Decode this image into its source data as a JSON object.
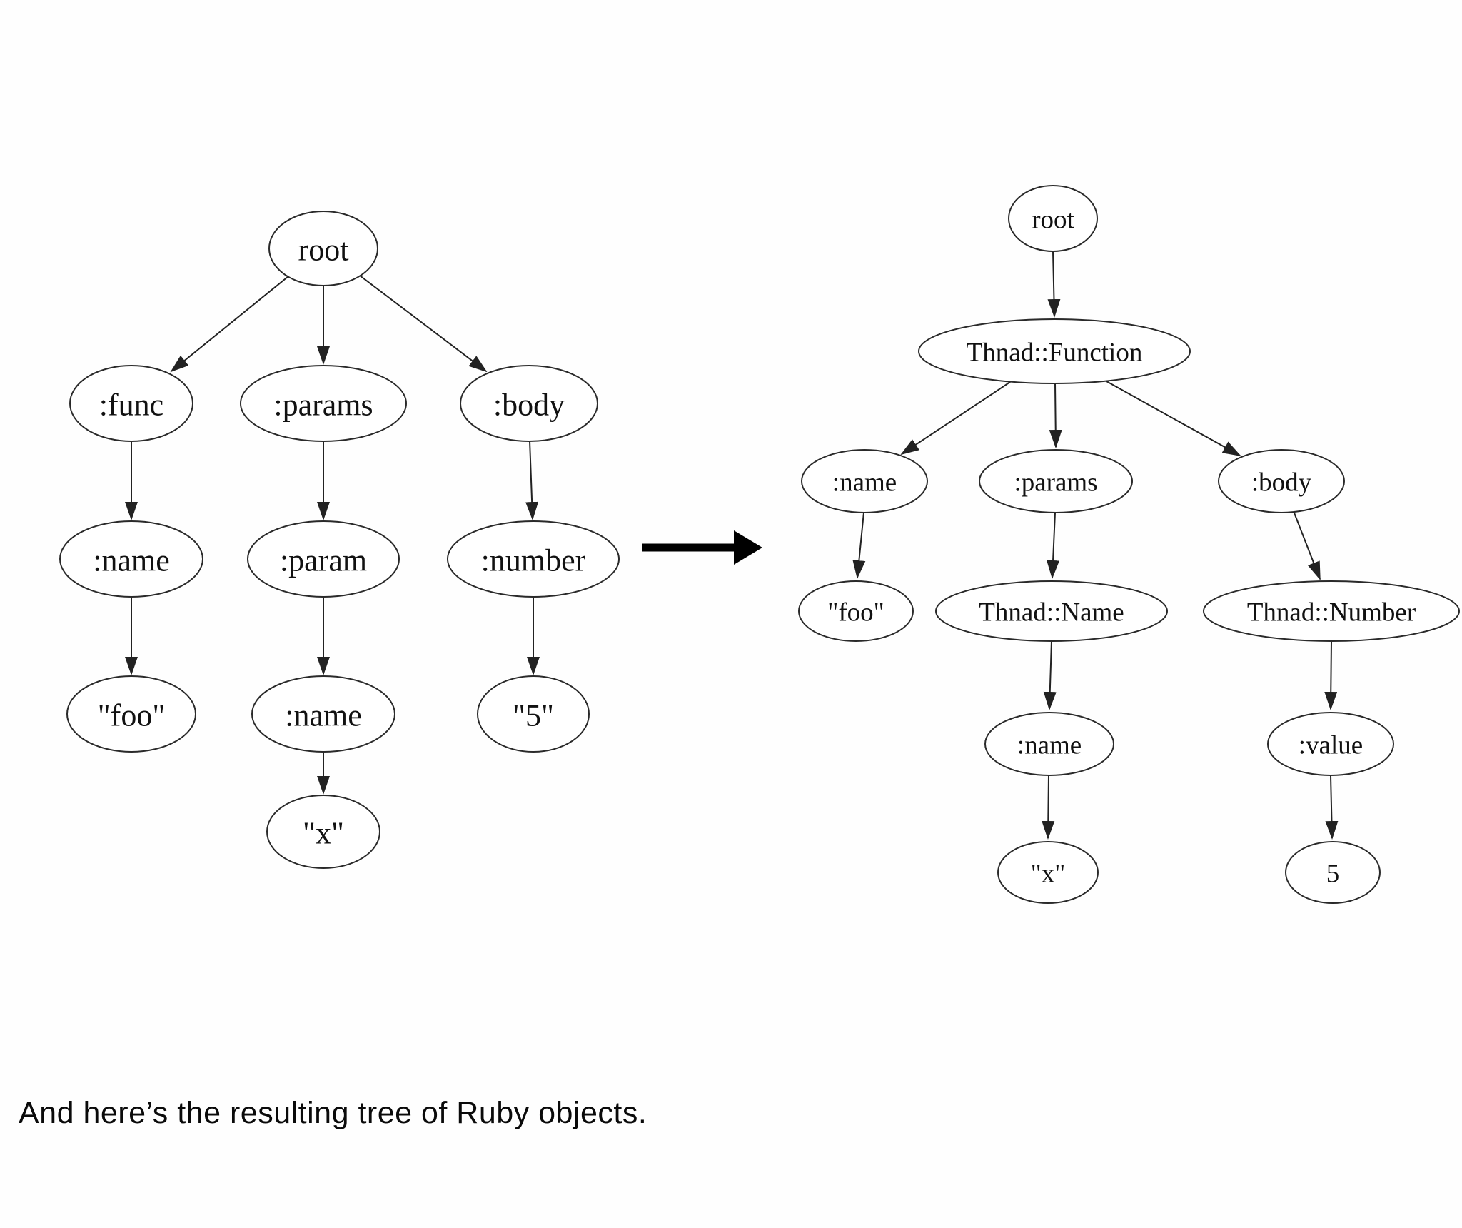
{
  "page": {
    "background": "#ffffff"
  },
  "caption": {
    "text": "And here’s the resulting tree of Ruby objects."
  },
  "left_tree": {
    "nodes": [
      {
        "id": "root",
        "label": "root"
      },
      {
        "id": "func",
        "label": ":func"
      },
      {
        "id": "params",
        "label": ":params"
      },
      {
        "id": "body",
        "label": ":body"
      },
      {
        "id": "func_name",
        "label": ":name"
      },
      {
        "id": "param",
        "label": ":param"
      },
      {
        "id": "number",
        "label": ":number"
      },
      {
        "id": "foo",
        "label": "\"foo\""
      },
      {
        "id": "param_name",
        "label": ":name"
      },
      {
        "id": "five",
        "label": "\"5\""
      },
      {
        "id": "x",
        "label": "\"x\""
      }
    ],
    "edges": [
      {
        "from": "root",
        "to": "func"
      },
      {
        "from": "root",
        "to": "params"
      },
      {
        "from": "root",
        "to": "body"
      },
      {
        "from": "func",
        "to": "func_name"
      },
      {
        "from": "params",
        "to": "param"
      },
      {
        "from": "body",
        "to": "number"
      },
      {
        "from": "func_name",
        "to": "foo"
      },
      {
        "from": "param",
        "to": "param_name"
      },
      {
        "from": "number",
        "to": "five"
      },
      {
        "from": "param_name",
        "to": "x"
      }
    ]
  },
  "right_tree": {
    "nodes": [
      {
        "id": "root",
        "label": "root"
      },
      {
        "id": "function",
        "label": "Thnad::Function"
      },
      {
        "id": "name",
        "label": ":name"
      },
      {
        "id": "params",
        "label": ":params"
      },
      {
        "id": "body",
        "label": ":body"
      },
      {
        "id": "foo",
        "label": "\"foo\""
      },
      {
        "id": "thnad_name",
        "label": "Thnad::Name"
      },
      {
        "id": "thnad_number",
        "label": "Thnad::Number"
      },
      {
        "id": "name_sym",
        "label": ":name"
      },
      {
        "id": "value",
        "label": ":value"
      },
      {
        "id": "x",
        "label": "\"x\""
      },
      {
        "id": "five",
        "label": "5"
      }
    ],
    "edges": [
      {
        "from": "root",
        "to": "function"
      },
      {
        "from": "function",
        "to": "name"
      },
      {
        "from": "function",
        "to": "params"
      },
      {
        "from": "function",
        "to": "body"
      },
      {
        "from": "name",
        "to": "foo"
      },
      {
        "from": "params",
        "to": "thnad_name"
      },
      {
        "from": "body",
        "to": "thnad_number"
      },
      {
        "from": "thnad_name",
        "to": "name_sym"
      },
      {
        "from": "thnad_number",
        "to": "value"
      },
      {
        "from": "name_sym",
        "to": "x"
      },
      {
        "from": "value",
        "to": "five"
      }
    ]
  }
}
